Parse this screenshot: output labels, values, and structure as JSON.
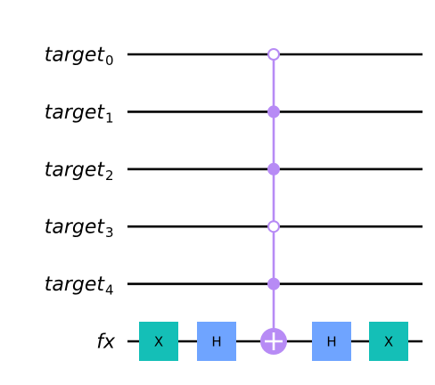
{
  "colors": {
    "wire": "#000000",
    "x_gate": "#14bfb7",
    "h_gate": "#6fa4ff",
    "control": "#b78bf5",
    "background": "#ffffff"
  },
  "qubits": [
    {
      "name": "target",
      "index": "0"
    },
    {
      "name": "target",
      "index": "1"
    },
    {
      "name": "target",
      "index": "2"
    },
    {
      "name": "target",
      "index": "3"
    },
    {
      "name": "target",
      "index": "4"
    },
    {
      "name": "fx",
      "index": ""
    }
  ],
  "gates": [
    {
      "label": "X",
      "type": "x",
      "qubit": 5,
      "column": 0
    },
    {
      "label": "H",
      "type": "h",
      "qubit": 5,
      "column": 1
    },
    {
      "label": "H",
      "type": "h",
      "qubit": 5,
      "column": 3
    },
    {
      "label": "X",
      "type": "x",
      "qubit": 5,
      "column": 4
    }
  ],
  "multi_controlled_x": {
    "column": 2,
    "target_qubit": 5,
    "controls": [
      {
        "qubit": 0,
        "state": "0"
      },
      {
        "qubit": 1,
        "state": "1"
      },
      {
        "qubit": 2,
        "state": "1"
      },
      {
        "qubit": 3,
        "state": "0"
      },
      {
        "qubit": 4,
        "state": "1"
      }
    ]
  }
}
